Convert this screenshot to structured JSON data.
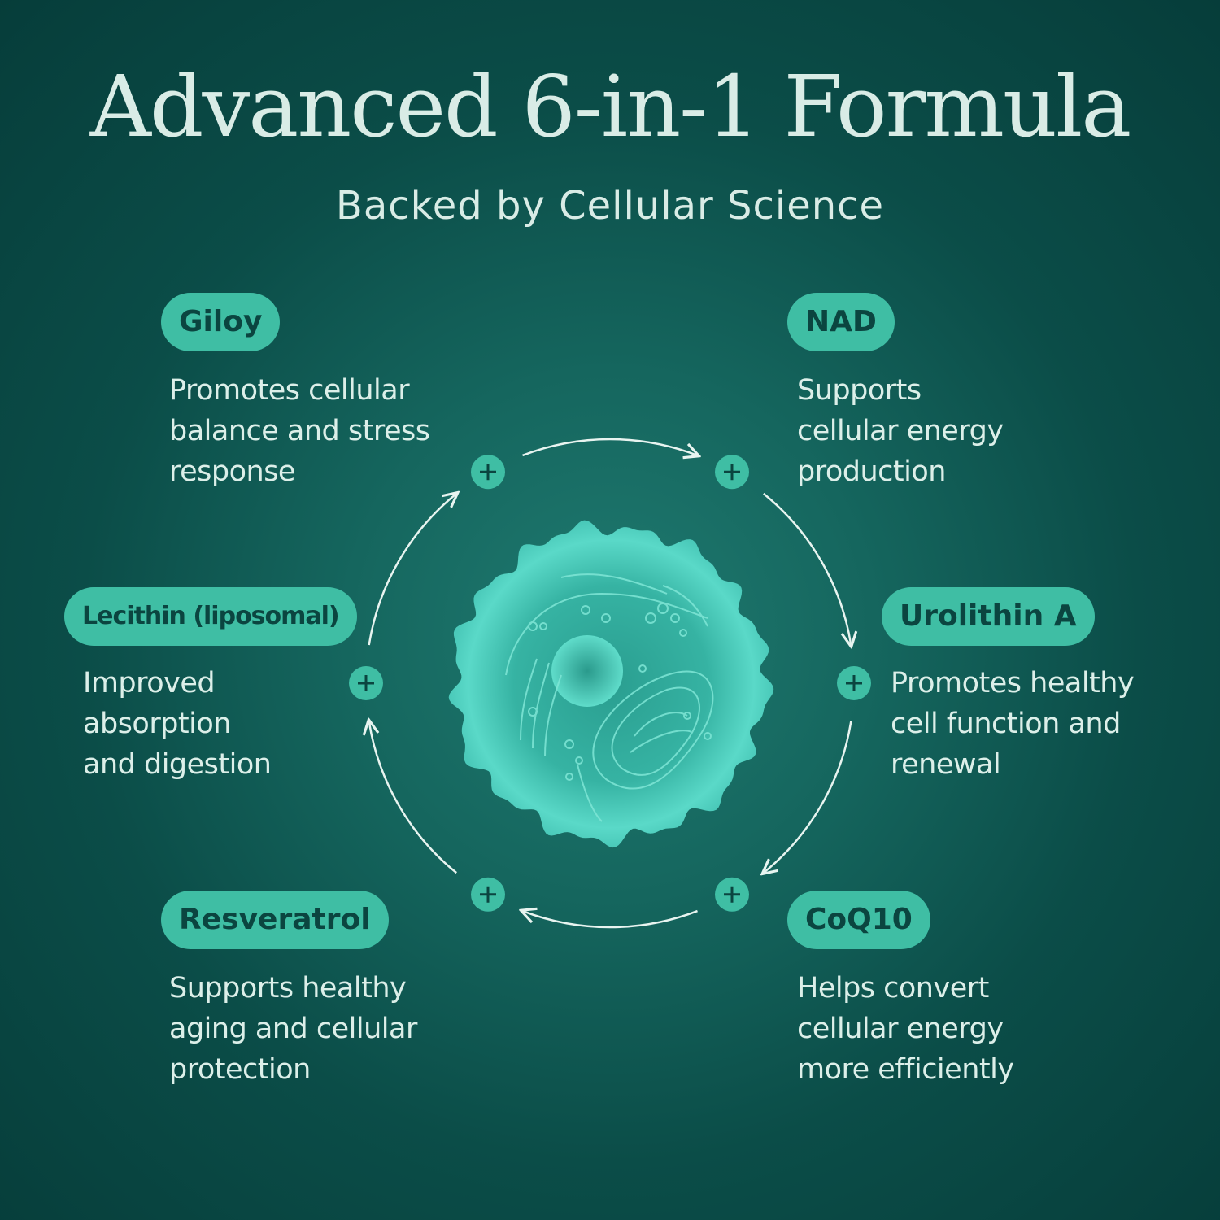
{
  "header": {
    "title": "Advanced 6-in-1 Formula",
    "subtitle": "Backed by Cellular Science"
  },
  "colors": {
    "pill": "#3fbea4",
    "pill_text": "#0b4540",
    "text": "#dcefe9",
    "background": "#0b4d48",
    "cell": "#4fd6c4"
  },
  "icons": {
    "marker": "plus-icon",
    "connector": "arrow-icon",
    "center": "cell-illustration"
  },
  "ingredients": [
    {
      "name": "Giloy",
      "desc": "Promotes cellular\nbalance and stress\nresponse"
    },
    {
      "name": "NAD",
      "desc": "Supports\ncellular energy\nproduction"
    },
    {
      "name": "Urolithin A",
      "desc": "Promotes healthy\ncell function and\nrenewal"
    },
    {
      "name": "CoQ10",
      "desc": "Helps convert\ncellular energy\nmore efficiently"
    },
    {
      "name": "Resveratrol",
      "desc": "Supports healthy\naging and cellular\nprotection"
    },
    {
      "name": "Lecithin (liposomal)",
      "desc": "Improved\nabsorption\nand digestion"
    }
  ]
}
